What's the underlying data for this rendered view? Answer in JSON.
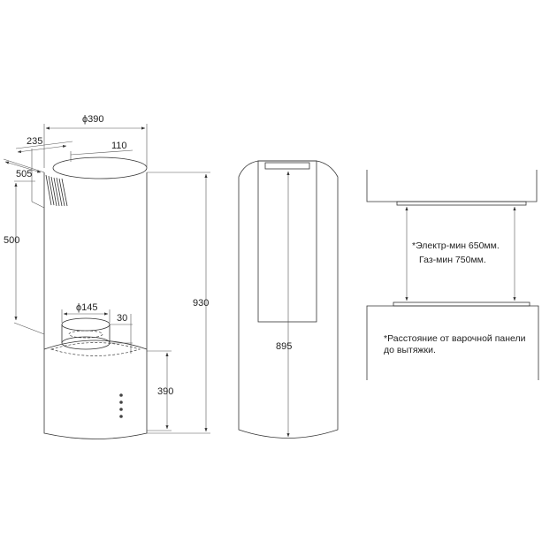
{
  "front_view": {
    "diameter_top": "ϕ390",
    "dim_235": "235",
    "dim_110": "110",
    "dim_505": "505",
    "dim_500": "500",
    "dim_930": "930",
    "diameter_outlet": "ϕ145",
    "dim_30": "30",
    "dim_390": "390"
  },
  "side_view": {
    "dim_895": "895"
  },
  "install_view": {
    "note_line1": "*Электр-мин 650мм.",
    "note_line2": "Газ-мин 750мм.",
    "caption_line1": "*Расстояние от варочной панели",
    "caption_line2": "до вытяжки."
  },
  "colors": {
    "line": "#333333",
    "indicator": "#444444"
  }
}
